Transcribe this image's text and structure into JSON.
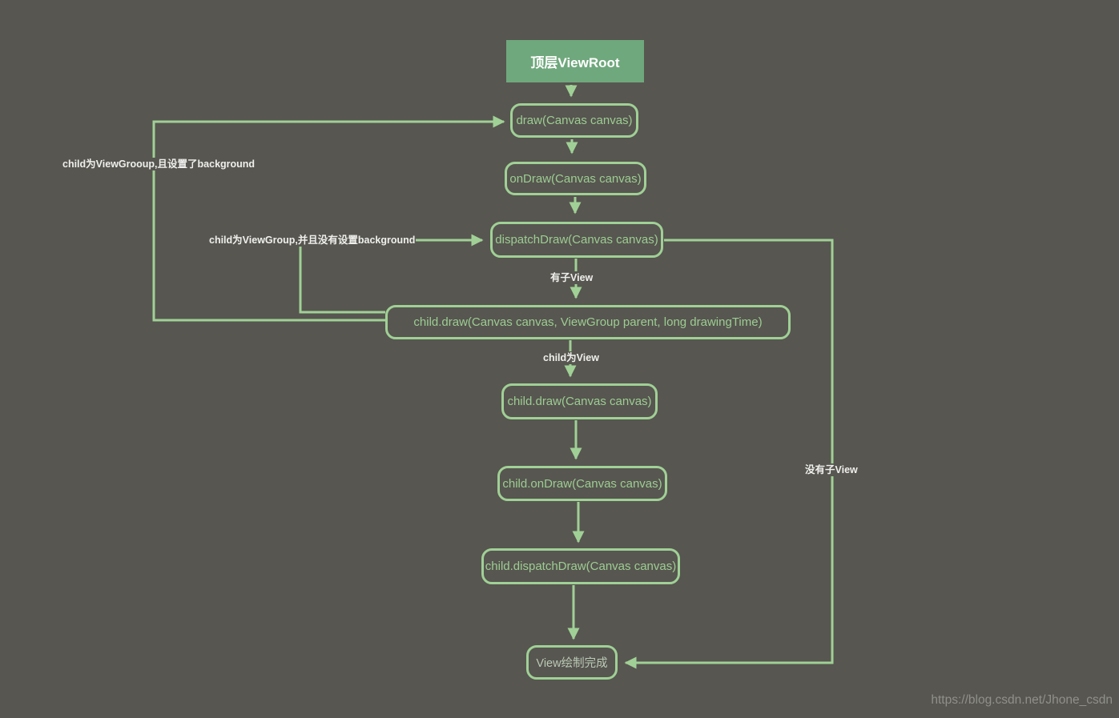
{
  "colors": {
    "background": "#575650",
    "line_green": "#a0d096",
    "node_text_green": "#9ccd92",
    "solid_node_fill": "#6fa87c",
    "solid_node_text": "#ffffff",
    "done_node_text": "#bac9b6",
    "edge_label_text": "#efefed",
    "watermark_text": "#90908a"
  },
  "diagram": {
    "nodes": {
      "viewroot": {
        "label": "顶层ViewRoot"
      },
      "draw": {
        "label": "draw(Canvas canvas)"
      },
      "ondraw": {
        "label": "onDraw(Canvas canvas)"
      },
      "dispatchdraw": {
        "label": "dispatchDraw(Canvas canvas)"
      },
      "child_draw_long": {
        "label": "child.draw(Canvas canvas, ViewGroup parent, long drawingTime)"
      },
      "child_draw": {
        "label": "child.draw(Canvas canvas)"
      },
      "child_ondraw": {
        "label": "child.onDraw(Canvas canvas)"
      },
      "child_dispatchdraw": {
        "label": "child.dispatchDraw(Canvas canvas)"
      },
      "done": {
        "label": "View绘制完成"
      }
    },
    "edge_labels": {
      "has_children": "有子View",
      "child_is_view": "child为View",
      "no_children": "没有子View",
      "child_viewgroup_with_bg": "child为ViewGrooup,且设置了background",
      "child_viewgroup_no_bg": "child为ViewGroup,并且没有设置background"
    }
  },
  "watermark": "https://blog.csdn.net/Jhone_csdn"
}
